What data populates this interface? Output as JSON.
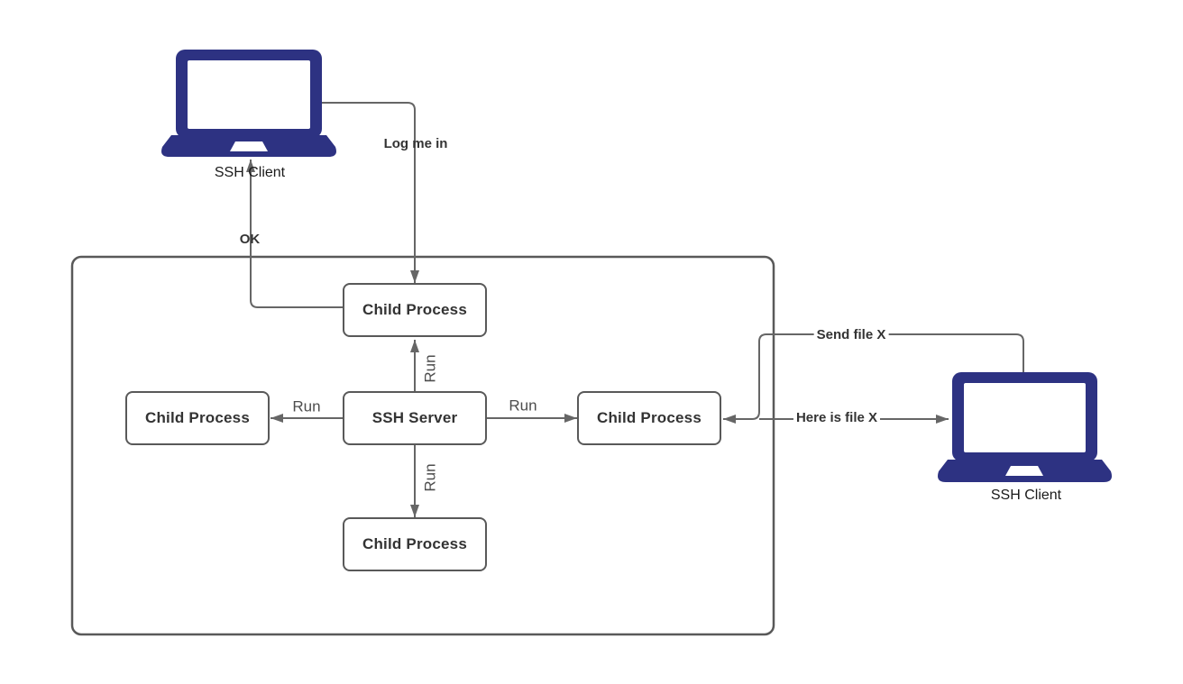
{
  "nodes": {
    "ssh_server": {
      "label": "SSH Server"
    },
    "child_top": {
      "label": "Child Process"
    },
    "child_left": {
      "label": "Child Process"
    },
    "child_right": {
      "label": "Child Process"
    },
    "child_bottom": {
      "label": "Child Process"
    }
  },
  "clients": {
    "left": {
      "label": "SSH Client"
    },
    "right": {
      "label": "SSH Client"
    }
  },
  "edge_labels": {
    "log_me_in": "Log me in",
    "ok": "OK",
    "run_top": "Run",
    "run_bottom": "Run",
    "run_left": "Run",
    "run_right": "Run",
    "send_file": "Send file X",
    "here_is_file": "Here is file X"
  },
  "colors": {
    "laptop_blue": "#2d3282",
    "connector_gray": "#666666",
    "box_border_gray": "#595959",
    "text_dark": "#333333"
  }
}
